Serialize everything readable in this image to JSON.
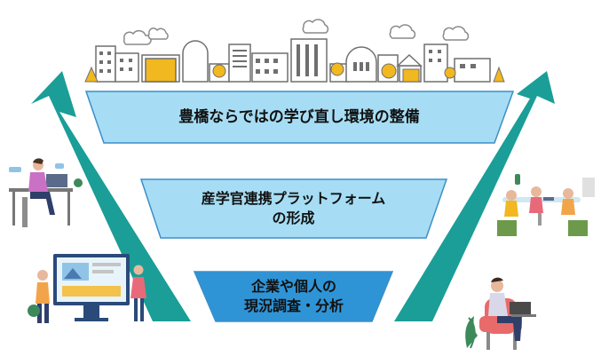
{
  "colors": {
    "arrow": "#1a9e97",
    "tier_light": "#a6ddf4",
    "tier_mid": "#8fd3f2",
    "tier_dark": "#2f94d6",
    "tier_border": "#3a8fcb",
    "building": "#6f6f6f",
    "tree": "#f2b820",
    "cloud": "#8a8a8a"
  },
  "tiers": [
    {
      "lines": [
        "豊橋ならではの学び直し環境の整備"
      ]
    },
    {
      "lines": [
        "産学官連携プラットフォーム",
        "の形成"
      ]
    },
    {
      "lines": [
        "企業や個人の",
        "現況調査・分析"
      ]
    }
  ],
  "illustrations": {
    "left_top": "person-at-desk-laptop-icon",
    "left_bottom": "web-designers-monitor-icon",
    "right_top": "team-meeting-table-icon",
    "right_bottom": "person-in-armchair-laptop-icon",
    "top": "city-skyline-icon"
  }
}
